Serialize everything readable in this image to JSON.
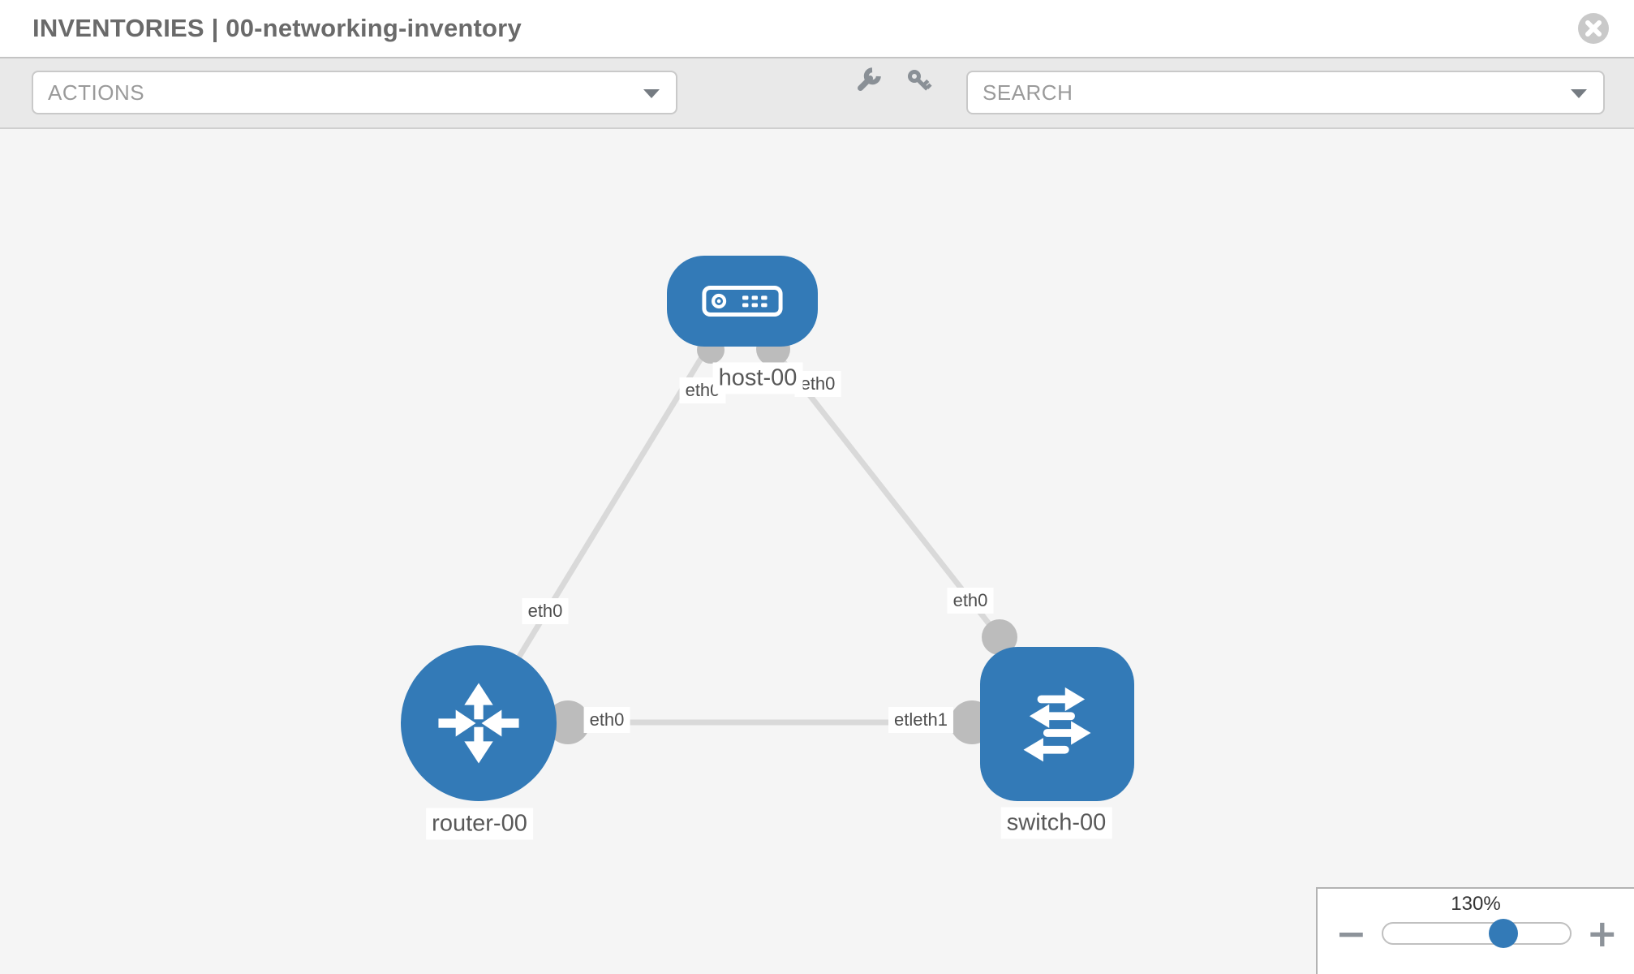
{
  "header": {
    "title": "INVENTORIES | 00-networking-inventory"
  },
  "toolbar": {
    "actions_label": "ACTIONS",
    "search_label": "SEARCH"
  },
  "icons": {
    "close": "circle-x-icon",
    "wrench": "wrench-icon",
    "key": "key-icon",
    "caret": "triangle-down"
  },
  "topology": {
    "nodes": [
      {
        "id": "host-00",
        "type": "host",
        "label": "host-00"
      },
      {
        "id": "router-00",
        "type": "router",
        "label": "router-00"
      },
      {
        "id": "switch-00",
        "type": "switch",
        "label": "switch-00"
      }
    ],
    "links": [
      {
        "source": "router-00",
        "target": "host-00",
        "source_label": "eth0",
        "target_label": "eth0"
      },
      {
        "source": "switch-00",
        "target": "host-00",
        "source_label": "eth0",
        "target_label": "eth0"
      },
      {
        "source": "router-00",
        "target": "switch-00",
        "source_label": "eth0",
        "target_label": "etleth1"
      }
    ]
  },
  "zoom_control": {
    "level": "130%",
    "value": 130,
    "minus": "−",
    "plus": "+"
  },
  "colors": {
    "node_blue": "#337ab7",
    "link_gray": "#d9d9d9",
    "connector_gray": "#bcbcbc",
    "canvas_bg": "#f5f5f5",
    "toolbar_bg": "#e9e9e9"
  }
}
